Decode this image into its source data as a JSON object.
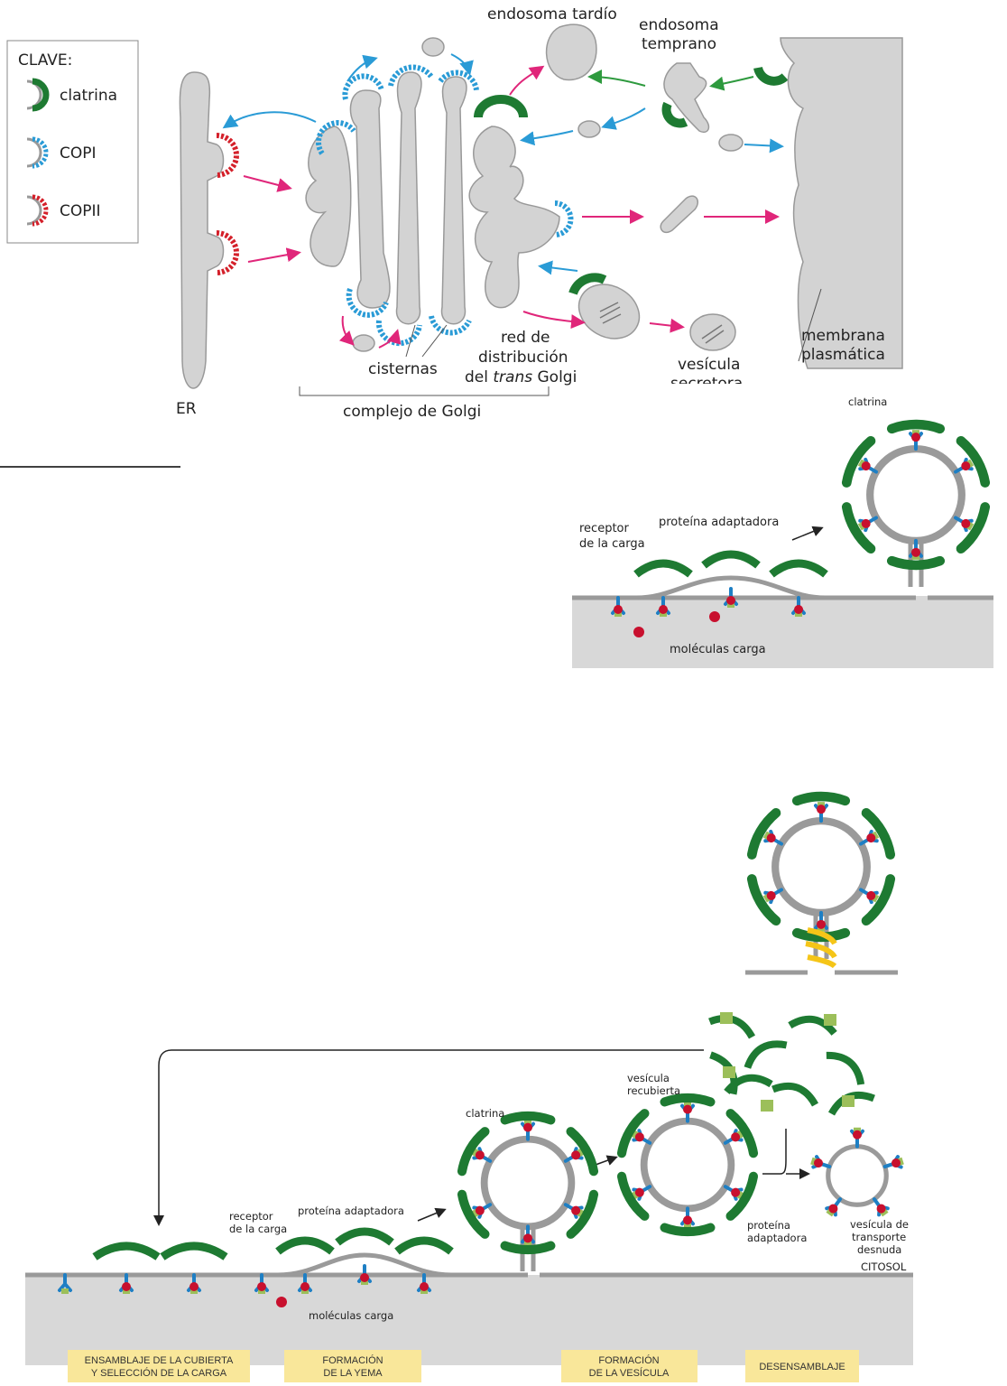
{
  "colors": {
    "clathrin": "#1e7a32",
    "copi": "#2a9bd6",
    "copii": "#d4202a",
    "membrane": "#d3d3d3",
    "arrow_magenta": "#e0267a",
    "arrow_blue": "#2a9bd6",
    "arrow_green": "#2e9a3e",
    "adaptor": "#9cbf5a",
    "receptor": "#1e7fc4",
    "cargo": "#c8102e",
    "stage_bg": "#f9e79a",
    "dynamin": "#f5c518"
  },
  "top": {
    "key": {
      "title": "CLAVE:",
      "items": [
        {
          "label": "clatrina",
          "icon": "clathrin-coat-icon"
        },
        {
          "label": "COPI",
          "icon": "copi-coat-icon"
        },
        {
          "label": "COPII",
          "icon": "copii-coat-icon"
        }
      ]
    },
    "late_endosome": "endosoma tardío",
    "early_endosome": [
      "endosoma",
      "temprano"
    ],
    "er": "ER",
    "cisternae": "cisternas",
    "tgn": {
      "line1": "red de",
      "line2": "distribución",
      "line3_pre": "del ",
      "line3_italic": "trans",
      "line3_post": " Golgi"
    },
    "golgi_complex": "complejo de Golgi",
    "secretory_vesicle": [
      "vesícula",
      "secretora"
    ],
    "plasma_membrane": [
      "membrana",
      "plasmática"
    ]
  },
  "middle": {
    "clathrin": "clatrina",
    "cargo_receptor": [
      "receptor",
      "de la carga"
    ],
    "adaptor_protein": "proteína adaptadora",
    "cargo_molecules": "moléculas carga"
  },
  "bottom": {
    "clathrin": "clatrina",
    "coated_vesicle": [
      "vesícula",
      "recubierta"
    ],
    "cargo_receptor": [
      "receptor",
      "de la carga"
    ],
    "adaptor_protein": "proteína adaptadora",
    "cargo_molecules": "moléculas carga",
    "adaptor_protein2": [
      "proteína",
      "adaptadora"
    ],
    "naked_vesicle": [
      "vesícula de",
      "transporte",
      "desnuda"
    ],
    "cytosol": "CITOSOL",
    "stages": [
      [
        "ENSAMBLAJE DE LA CUBIERTA",
        "Y SELECCIÓN DE LA CARGA"
      ],
      [
        "FORMACIÓN",
        "DE LA YEMA"
      ],
      [
        "FORMACIÓN",
        "DE LA VESÍCULA"
      ],
      [
        "DESENSAMBLAJE"
      ]
    ]
  }
}
